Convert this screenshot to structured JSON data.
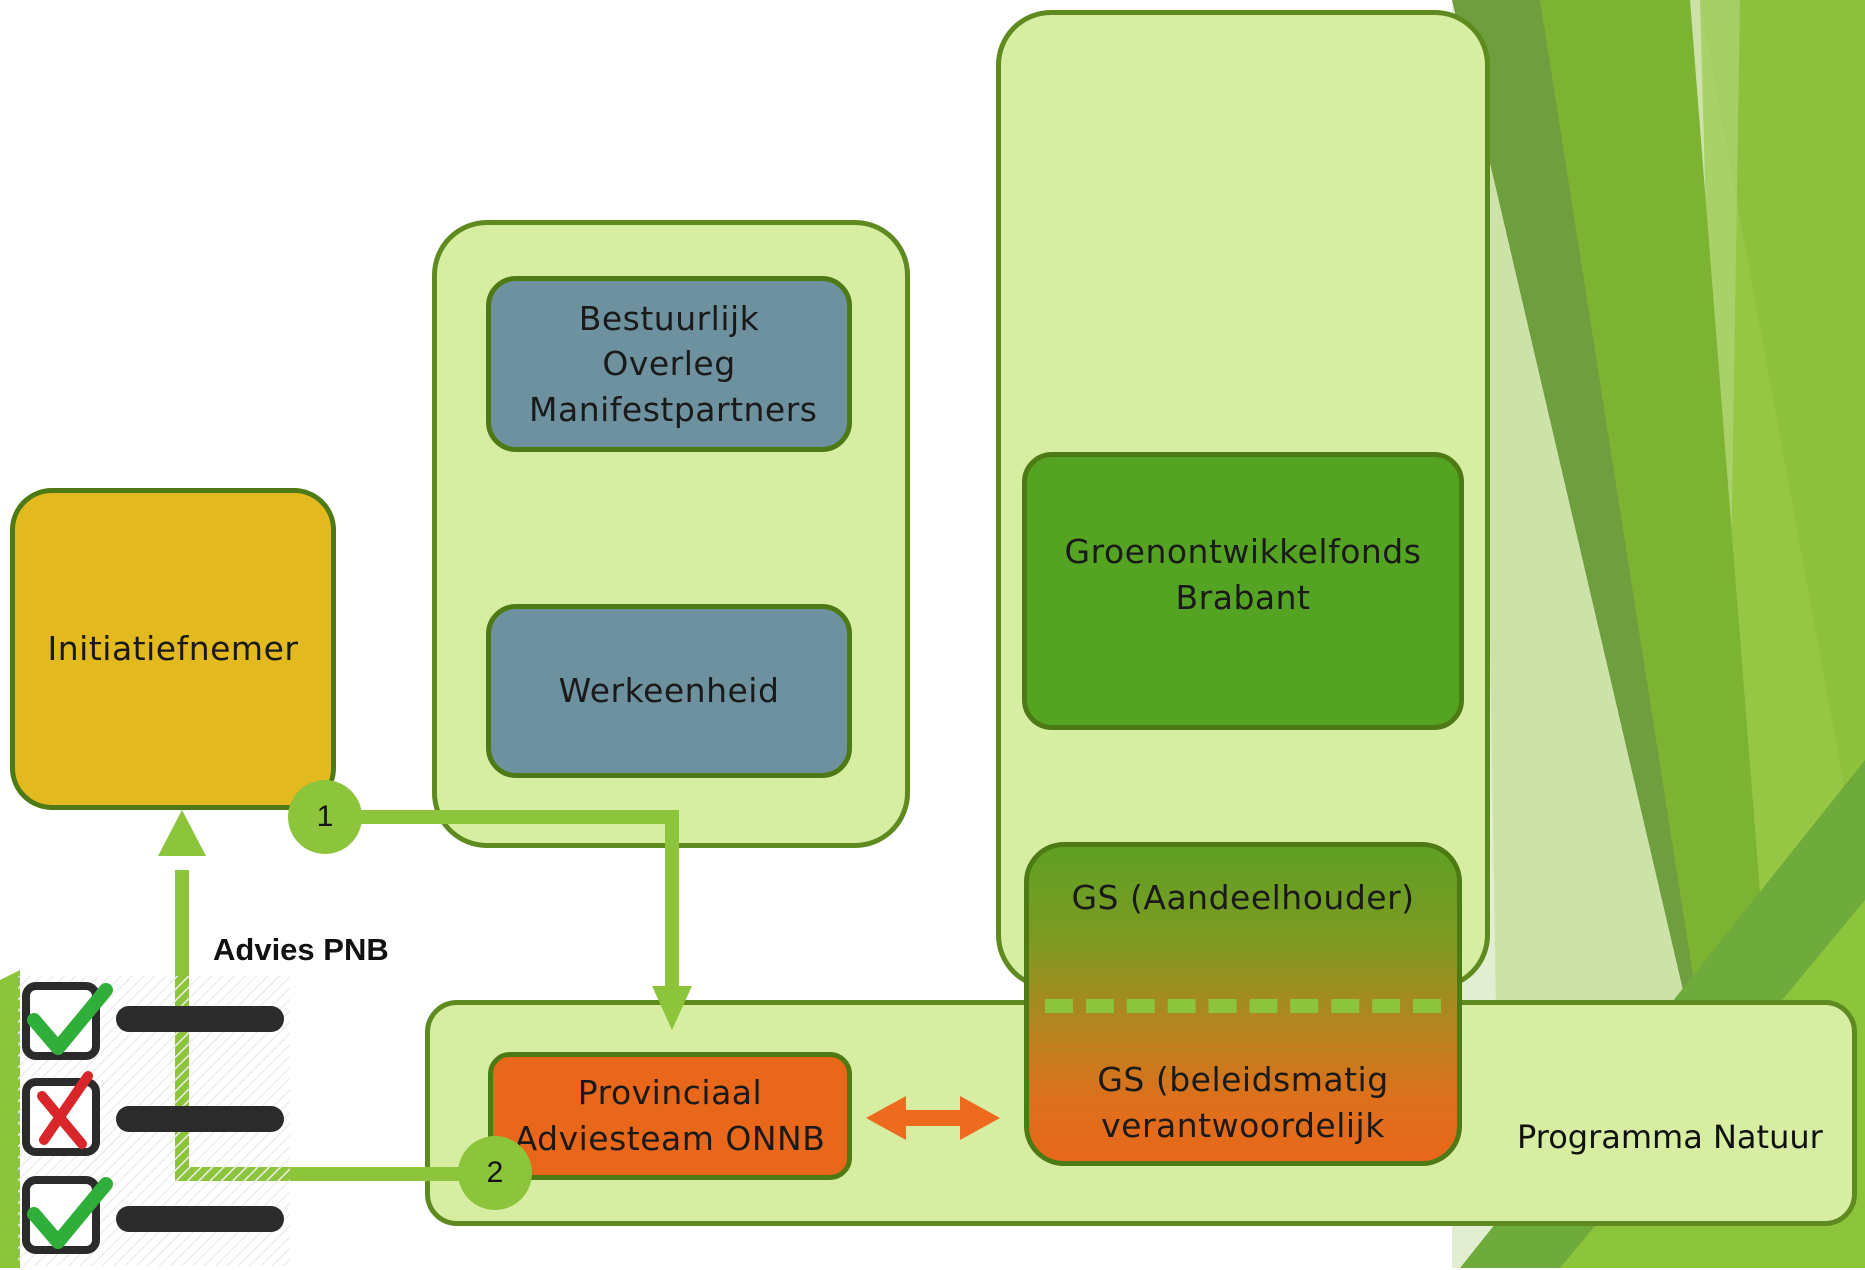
{
  "nodes": {
    "initiatiefnemer": "Initiatiefnemer",
    "bestuurlijk": "Bestuurlijk Overleg Manifestpartners",
    "werkeenheid": "Werkeenheid",
    "groenontwikkelfonds": "Groenontwikkelfonds Brabant",
    "gs_aandeelhouder": "GS (Aandeelhouder)",
    "gs_beleid": "GS (beleidsmatig verantwoordelijk",
    "adviesteam": "Provinciaal Adviesteam ONNB",
    "programma_natuur": "Programma Natuur"
  },
  "steps": {
    "step1": "1",
    "step2": "2"
  },
  "advies_label": "Advies PNB",
  "checklist": [
    {
      "mark": "check-icon"
    },
    {
      "mark": "cross-icon"
    },
    {
      "mark": "check-icon"
    }
  ],
  "colors": {
    "container_fill": "#d6eda2",
    "container_border": "#5f8a1f",
    "initiatiefnemer": "#e3b920",
    "blue_box": "#6e919f",
    "fonds": "#55a323",
    "adviesteam": "#e8671b",
    "arrow_green": "#8cc43c",
    "arrow_orange": "#ee6a1e"
  }
}
